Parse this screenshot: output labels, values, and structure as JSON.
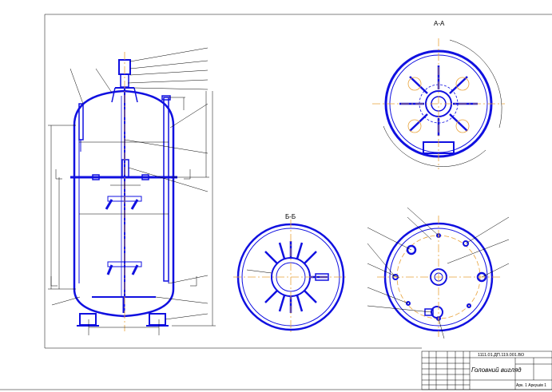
{
  "views": {
    "section_aa": "А-А",
    "section_bb": "Б-Б"
  },
  "title_block": {
    "doc_code": "1111.01.ДП.119.001.ВО",
    "title": "Головний вигляд",
    "sheet_info": "Арк. 1  Аркушів 1"
  },
  "colors": {
    "vessel": "#1010e0",
    "axis": "#e8a23a",
    "dimension": "#000000"
  }
}
